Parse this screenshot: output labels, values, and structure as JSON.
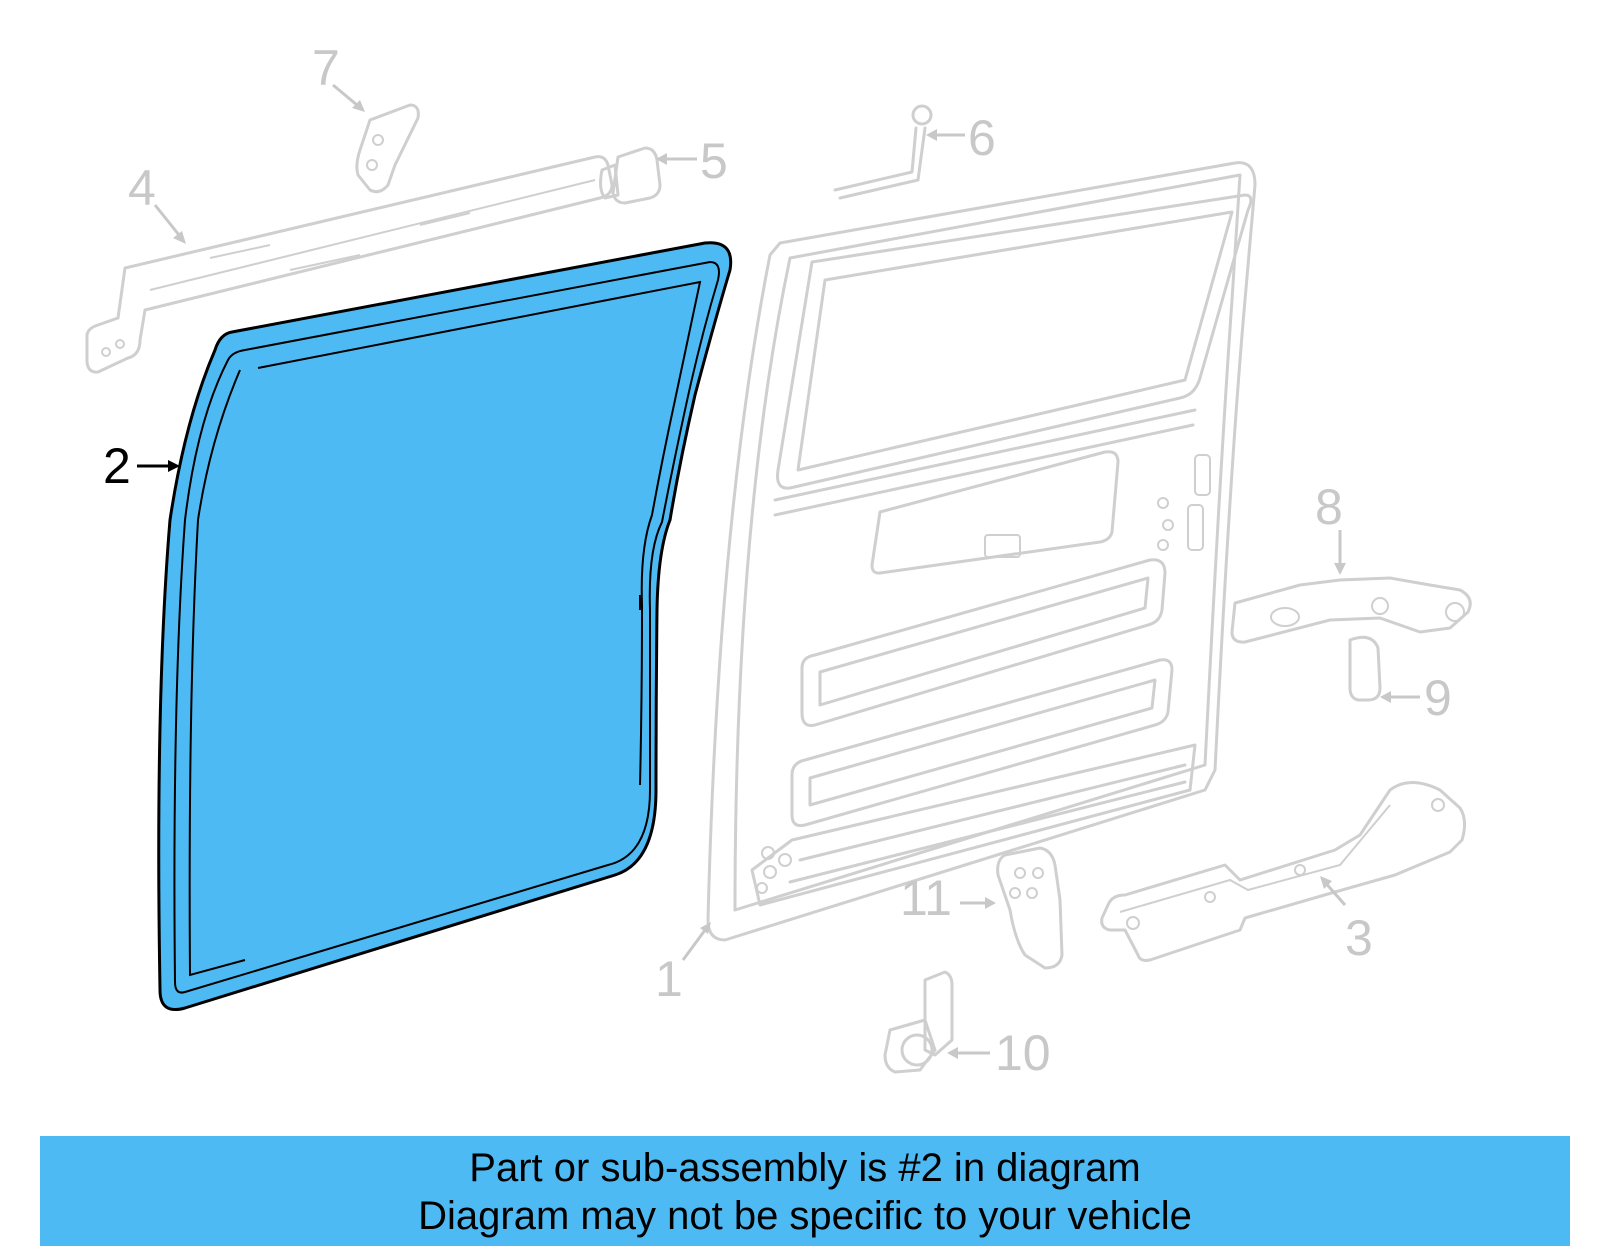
{
  "colors": {
    "highlight": "#4ebaf3",
    "outline": "#000000",
    "ghost": "#cfcfcf"
  },
  "callouts": {
    "c1": "1",
    "c2": "2",
    "c3": "3",
    "c4": "4",
    "c5": "5",
    "c6": "6",
    "c7": "7",
    "c8": "8",
    "c9": "9",
    "c10": "10",
    "c11": "11"
  },
  "highlighted_part": "2",
  "caption": {
    "line1": "Part or sub-assembly is #2 in diagram",
    "line2": "Diagram may not be specific to your vehicle"
  }
}
